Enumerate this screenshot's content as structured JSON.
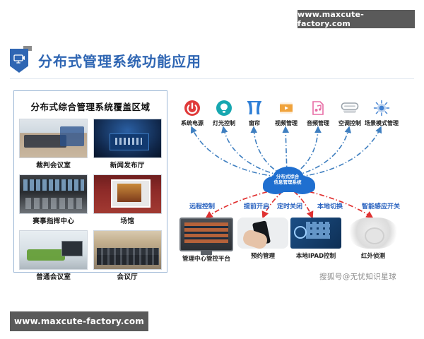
{
  "page": {
    "background": "#ffffff",
    "accent_blue": "#2f66b3",
    "label_blue": "#2a63c0",
    "arrow_red": "#e03131"
  },
  "watermarks": {
    "top_url": "www.maxcute-factory.com",
    "bottom_url": "www.maxcute-factory.com",
    "source_note": "搜狐号@无忧知识星球",
    "chip_bg": "#5a5a5a"
  },
  "header": {
    "title": "分布式管理系统功能应用",
    "badge_icon": "projector-screen-icon"
  },
  "coverage_panel": {
    "title": "分布式综合管理系统覆盖区域",
    "cells": [
      {
        "caption": "裁判会议室",
        "art": "t-court",
        "icon": "meeting-room-photo"
      },
      {
        "caption": "新闻发布厅",
        "art": "t-press",
        "icon": "press-hall-photo"
      },
      {
        "caption": "赛事指挥中心",
        "art": "t-cmd",
        "icon": "command-center-photo"
      },
      {
        "caption": "场馆",
        "art": "t-venue",
        "icon": "venue-photo"
      },
      {
        "caption": "普通会议室",
        "art": "t-meet",
        "icon": "standard-meeting-room-photo"
      },
      {
        "caption": "会议厅",
        "art": "t-hall",
        "icon": "conference-hall-photo"
      }
    ]
  },
  "diagram": {
    "hub": {
      "line1": "分布式综合",
      "line2": "信息管理系统",
      "shape": "cloud",
      "color": "#1f6fd0"
    },
    "top_nodes": [
      {
        "label": "系统电源",
        "icon": "power-icon",
        "color": "#e03a3a"
      },
      {
        "label": "灯光控制",
        "icon": "light-bulb-icon",
        "color": "#17a7b0"
      },
      {
        "label": "窗帘",
        "icon": "curtain-icon",
        "color": "#2f7fd6"
      },
      {
        "label": "视频管理",
        "icon": "film-play-icon",
        "color": "#f0a33c"
      },
      {
        "label": "音频管理",
        "icon": "audio-note-icon",
        "color": "#e86ea6"
      },
      {
        "label": "空调控制",
        "icon": "air-conditioner-icon",
        "color": "#9aa3ab"
      },
      {
        "label": "场景模式管理",
        "icon": "scene-mode-icon",
        "color": "#3f7fd0"
      }
    ],
    "relation_labels": [
      {
        "text": "远程控制"
      },
      {
        "text": "提前开启"
      },
      {
        "text": "定时关闭"
      },
      {
        "text": "本地切换"
      },
      {
        "text": "智能感应开关"
      }
    ],
    "bottom_nodes": [
      {
        "label": "管理中心管控平台",
        "icon": "desktop-monitor-icon"
      },
      {
        "label": "预约管理",
        "icon": "mobile-phone-in-hand-icon"
      },
      {
        "label": "本地IPAD控制",
        "icon": "tablet-control-panel-icon"
      },
      {
        "label": "红外侦测",
        "icon": "infrared-sensor-icon"
      }
    ]
  }
}
